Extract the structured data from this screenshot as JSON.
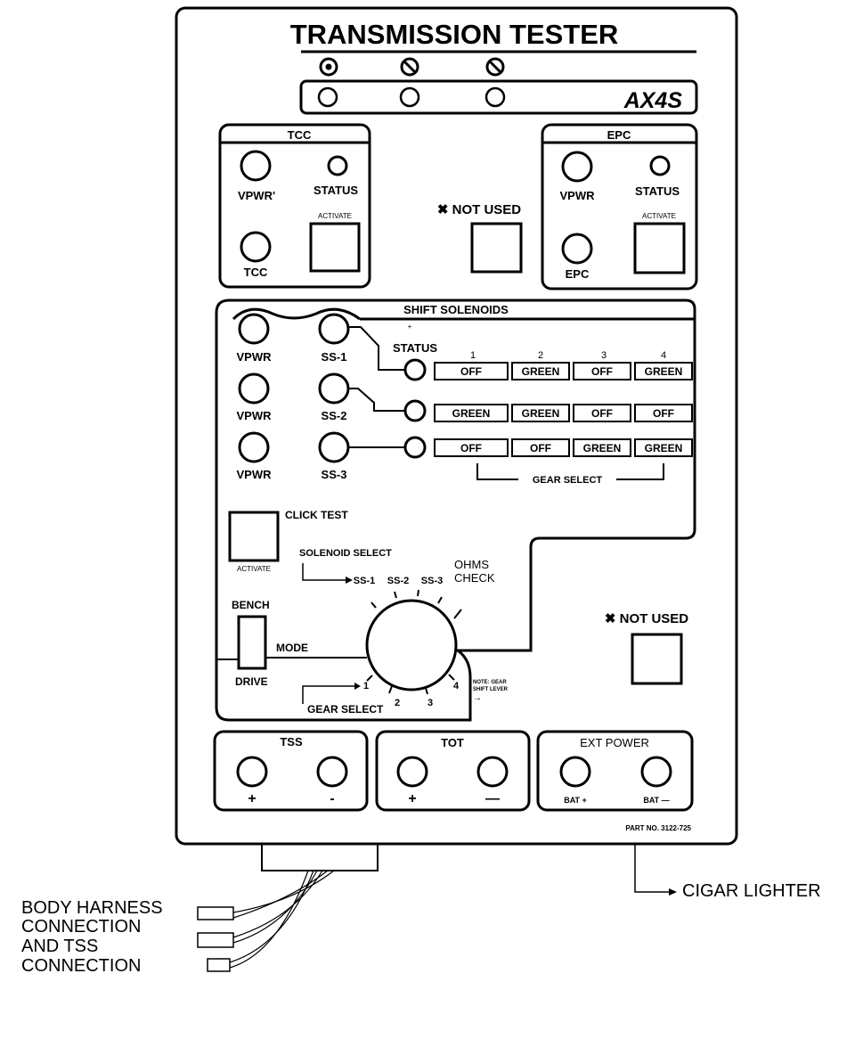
{
  "title": "TRANSMISSION TESTER",
  "model": "AX4S",
  "tcc": {
    "header": "TCC",
    "vpwr_label": "VPWR'",
    "status_label": "STATUS",
    "activate_label": "ACTIVATE",
    "tcc_label": "TCC"
  },
  "epc": {
    "header": "EPC",
    "vpwr_label": "VPWR",
    "status_label": "STATUS",
    "activate_label": "ACTIVATE",
    "epc_label": "EPC"
  },
  "not_used_top": "✖ NOT USED",
  "not_used_right": "✖ NOT USED",
  "shift": {
    "header": "SHIFT SOLENOIDS",
    "status_label": "STATUS",
    "gear_numbers": [
      "1",
      "2",
      "3",
      "4"
    ],
    "rows": [
      {
        "vpwr": "VPWR",
        "ss": "SS-1",
        "cells": [
          "OFF",
          "GREEN",
          "OFF",
          "GREEN"
        ]
      },
      {
        "vpwr": "VPWR",
        "ss": "SS-2",
        "cells": [
          "GREEN",
          "GREEN",
          "OFF",
          "OFF"
        ]
      },
      {
        "vpwr": "VPWR",
        "ss": "SS-3",
        "cells": [
          "OFF",
          "OFF",
          "GREEN",
          "GREEN"
        ]
      }
    ],
    "gear_select_label": "GEAR SELECT"
  },
  "click_test": {
    "label": "CLICK TEST",
    "activate_label": "ACTIVATE"
  },
  "knob": {
    "solenoid_select_label": "SOLENOID SELECT",
    "solenoid_positions": [
      "SS-1",
      "SS-2",
      "SS-3"
    ],
    "ohms_check_line1": "OHMS",
    "ohms_check_line2": "CHECK",
    "gear_positions": [
      "1",
      "2",
      "3",
      "4"
    ],
    "gear_select_label": "GEAR SELECT",
    "note_line1": "NOTE: GEAR",
    "note_line2": "SHIFT LEVER",
    "note_line3": "→"
  },
  "mode": {
    "bench_label": "BENCH",
    "mode_label": "MODE",
    "drive_label": "DRIVE"
  },
  "tss": {
    "header": "TSS",
    "plus": "+",
    "minus": "-"
  },
  "tot": {
    "header": "TOT",
    "plus": "+",
    "minus": "—"
  },
  "ext_power": {
    "header": "EXT POWER",
    "plus": "BAT +",
    "minus": "BAT —"
  },
  "part_no": "PART NO. 3122-725",
  "cigar_label": "CIGAR LIGHTER",
  "harness_lines": [
    "BODY HARNESS",
    "CONNECTION",
    "AND TSS",
    "CONNECTION"
  ]
}
